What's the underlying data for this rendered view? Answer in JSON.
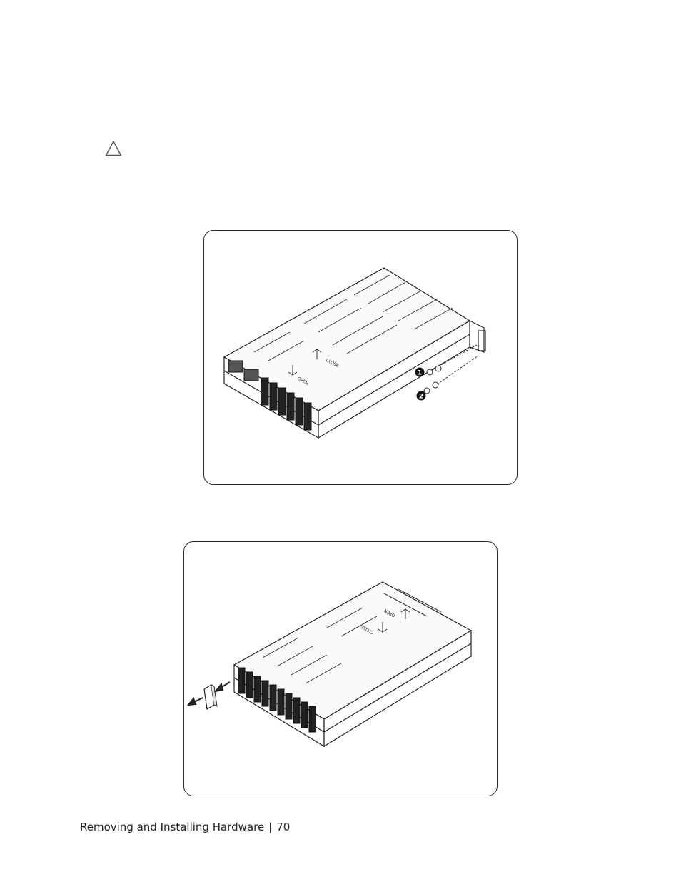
{
  "caution": {
    "icon": "caution-triangle-icon"
  },
  "figures": [
    {
      "id": "figure-1",
      "illustration": "server-chassis-rail-screws",
      "callouts": [
        "1",
        "2"
      ],
      "cover_labels": [
        "CLOSE",
        "OPEN"
      ]
    },
    {
      "id": "figure-2",
      "illustration": "server-chassis-module-removal",
      "cover_labels": [
        "OPEN",
        "CLOSE"
      ]
    }
  ],
  "footer": {
    "section": "Removing and Installing Hardware",
    "separator": "|",
    "page_number": "70"
  }
}
